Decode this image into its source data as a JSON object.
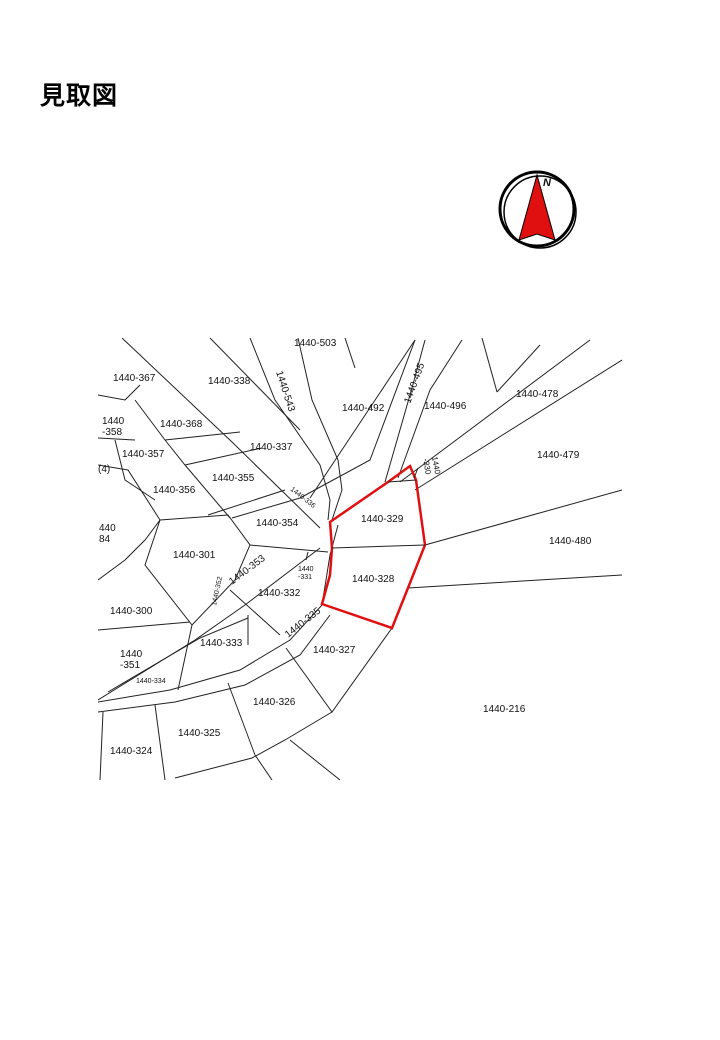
{
  "header": {
    "title": "見取図"
  },
  "compass": {
    "letter": "N",
    "needle_color": "#e01010"
  },
  "highlight": {
    "color": "#e01010",
    "parcels": [
      "1440-329",
      "1440-328"
    ]
  },
  "parcels": {
    "p503": "1440-503",
    "p367": "1440-367",
    "p338": "1440-338",
    "p543": "1440-543",
    "p492": "1440-492",
    "p495": "1440-495",
    "p496": "1440-496",
    "p478": "1440-478",
    "p358a": "1440",
    "p358b": "-358",
    "p368": "1440-368",
    "p337": "1440-337",
    "p479": "1440-479",
    "p357": "1440-357",
    "p4": "(4)",
    "p330a": "1440",
    "p330b": "-330",
    "p355": "1440-355",
    "p356": "1440-356",
    "p336": "1440-336",
    "p329": "1440-329",
    "p354": "1440-354",
    "p84a": "440",
    "p84b": "84",
    "p480": "1440-480",
    "p301": "1440-301",
    "p353": "1440-353",
    "p331a": "1440",
    "p331b": "-331",
    "p328": "1440-328",
    "p332": "1440-332",
    "p300": "1440-300",
    "p352": "1440-352",
    "p335": "1440-335",
    "p333": "1440-333",
    "p327": "1440-327",
    "p351a": "1440",
    "p351b": "-351",
    "p334": "1440-334",
    "p216": "1440-216",
    "p326": "1440-326",
    "p325": "1440-325",
    "p324": "1440-324"
  }
}
